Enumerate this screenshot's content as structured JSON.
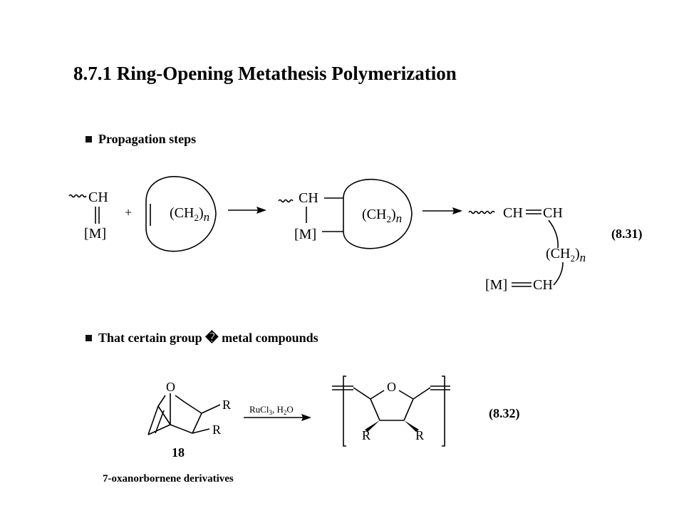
{
  "title": "8.7.1 Ring-Opening Metathesis Polymerization",
  "sections": {
    "propagation": "Propagation steps",
    "metal_compounds": "That certain group � metal compounds"
  },
  "equation_numbers": {
    "eq1": "(8.31)",
    "eq2": "(8.32)"
  },
  "compound_label": "18",
  "caption": "7-oxanorbornene derivatives",
  "scheme1": {
    "ch": "CH",
    "metal": "[M]",
    "plus": "+",
    "ch2": "(CH",
    "sub2": "2",
    "close_n": ")",
    "n": "n",
    "alkene": "CH",
    "alkene2": "CH"
  },
  "scheme2": {
    "reagent_main": "RuCl",
    "reagent_sub3": "3",
    "reagent_mid": ", H",
    "reagent_sub2": "2",
    "reagent_end": "O",
    "oxygen": "O",
    "r": "R"
  }
}
